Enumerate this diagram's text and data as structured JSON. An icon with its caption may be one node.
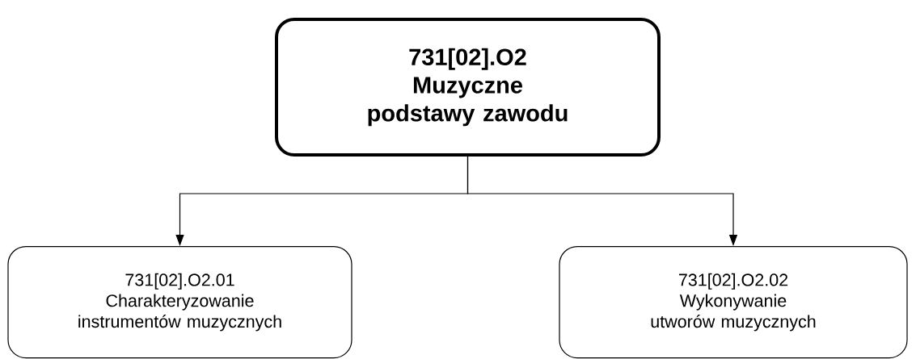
{
  "diagram": {
    "nodes": [
      {
        "text": [
          "731[02].O2",
          "Muzyczne podstawy zawodu"
        ]
      },
      {
        "text": [
          "731[02].O2.01",
          "Charakteryzowanie instrumentów muzycznych"
        ]
      },
      {
        "text": [
          "731[02].O2.02",
          "Wykonywanie utworów muzycznych"
        ]
      }
    ],
    "edges": [
      {
        "from": 0,
        "to": 1,
        "arrow": "to"
      },
      {
        "from": 0,
        "to": 2,
        "arrow": "to"
      }
    ]
  }
}
